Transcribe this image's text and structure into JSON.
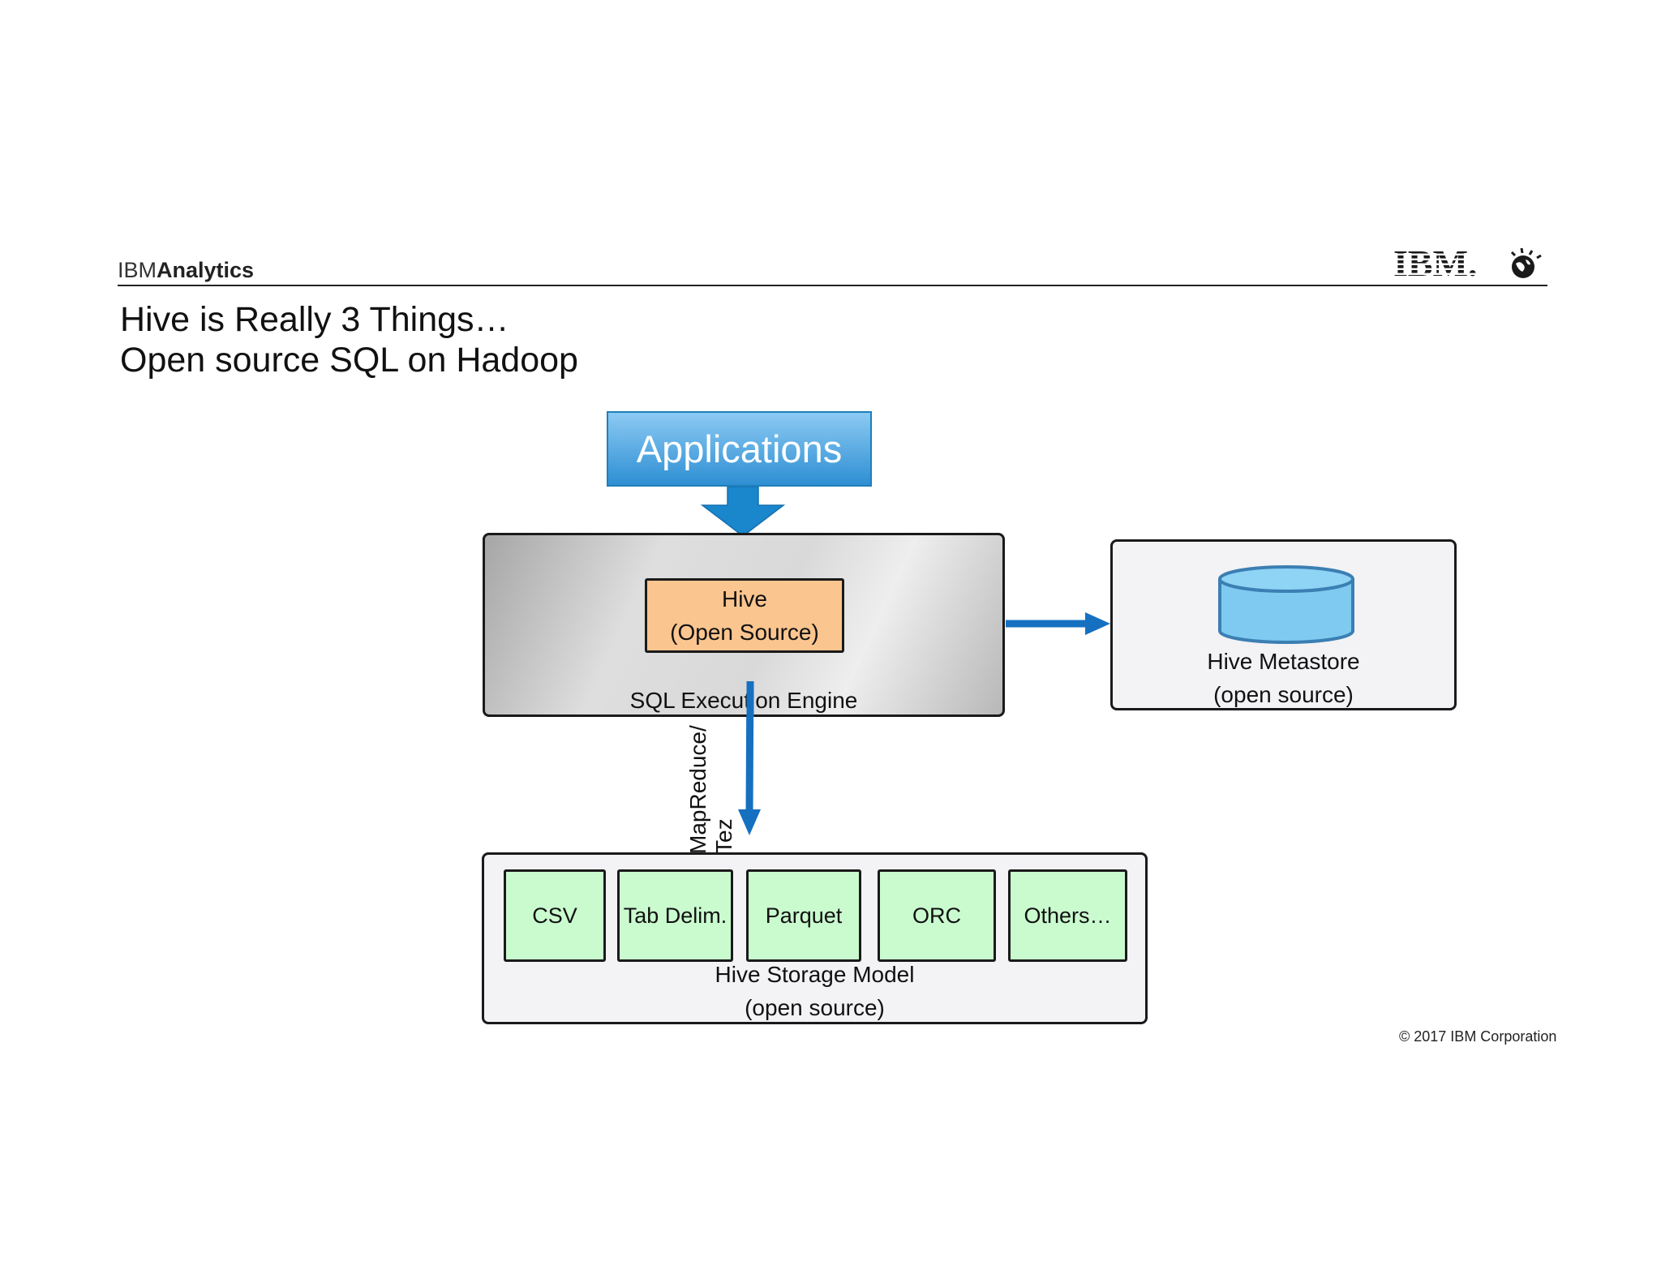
{
  "header": {
    "brand_prefix": "IBM",
    "brand_suffix": "Analytics",
    "logo_text": "IBM."
  },
  "title": {
    "line1": "Hive is Really 3 Things…",
    "line2": "Open source SQL on Hadoop"
  },
  "diagram": {
    "applications": "Applications",
    "hive": {
      "line1": "Hive",
      "line2": "(Open Source)"
    },
    "engine_label": "SQL Execution Engine",
    "metastore": {
      "line1": "Hive Metastore",
      "line2": "(open source)"
    },
    "connector_label": {
      "line1": "MapReduce/",
      "line2": "Tez"
    },
    "storage": {
      "line1": "Hive Storage Model",
      "line2": "(open source)",
      "formats": [
        "CSV",
        "Tab Delim.",
        "Parquet",
        "ORC",
        "Others…"
      ]
    },
    "colors": {
      "applications": "#2e8fd3",
      "hive": "#fbc58f",
      "cylinder": "#7fcaf0",
      "format": "#cafbcf",
      "arrow": "#1670c0"
    }
  },
  "footer": {
    "copyright": "© 2017 IBM Corporation"
  }
}
